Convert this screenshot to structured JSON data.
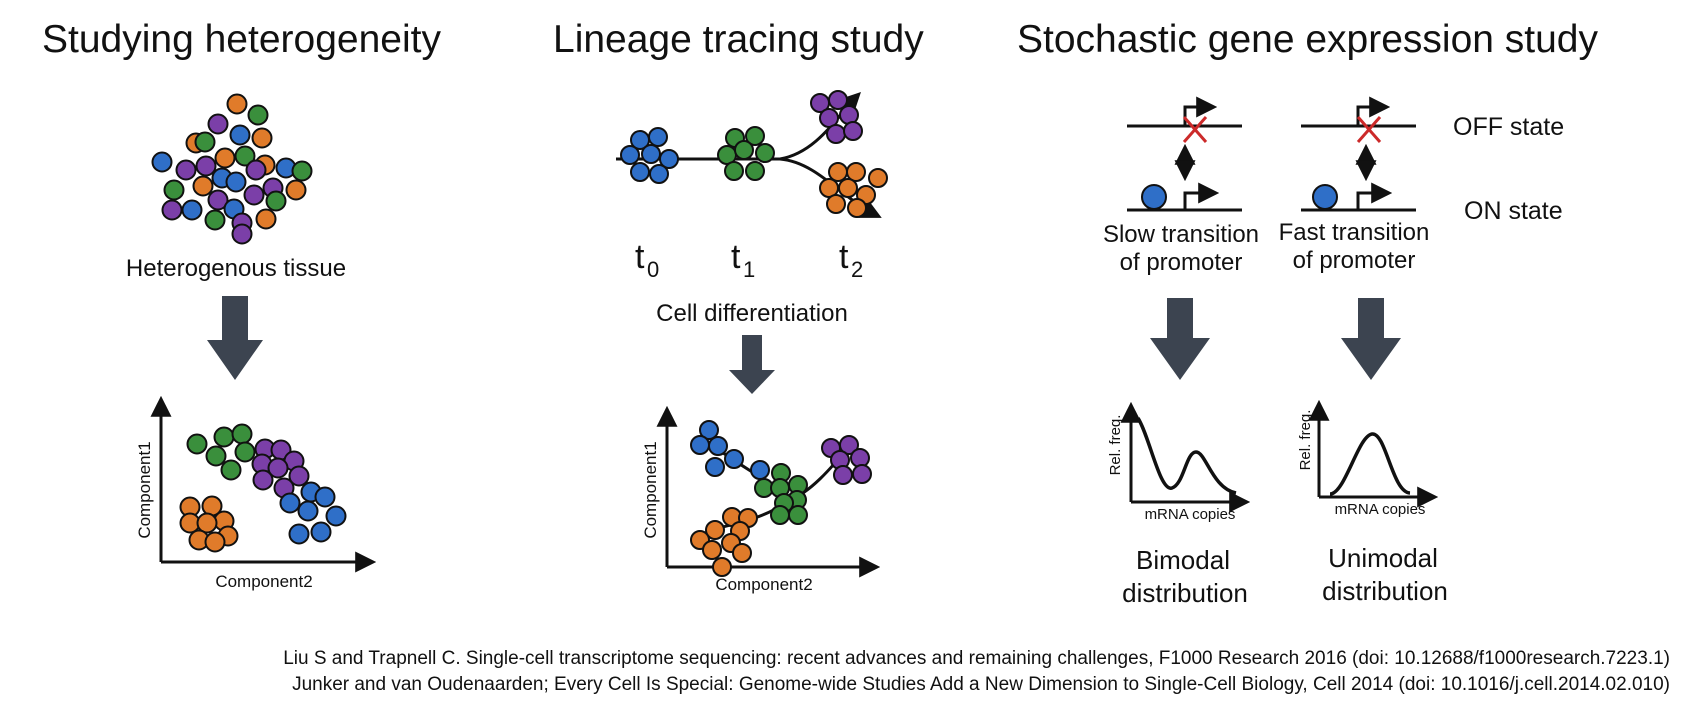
{
  "titles": {
    "heterogeneity": "Studying heterogeneity",
    "lineage": "Lineage tracing study",
    "stochastic": "Stochastic gene expression study"
  },
  "panel1": {
    "tissue_label": "Heterogenous tissue",
    "xlabel": "Component2",
    "ylabel": "Component1"
  },
  "panel2": {
    "t0": "t",
    "t0_sub": "0",
    "t1": "t",
    "t1_sub": "1",
    "t2": "t",
    "t2_sub": "2",
    "process_label": "Cell differentiation",
    "xlabel": "Component2",
    "ylabel": "Component1"
  },
  "panel3": {
    "off_state": "OFF state",
    "on_state": "ON state",
    "slow_line1": "Slow transition",
    "slow_line2": "of promoter",
    "fast_line1": "Fast transition",
    "fast_line2": "of promoter",
    "ylabel": "Rel. freq.",
    "xlabel": "mRNA copies",
    "bimodal_line1": "Bimodal",
    "bimodal_line2": "distribution",
    "unimodal_line1": "Unimodal",
    "unimodal_line2": "distribution"
  },
  "colors": {
    "blue": "#2f6fc8",
    "green": "#3a8f3c",
    "purple": "#7b3fa8",
    "orange": "#e07b2a",
    "arrow": "#3c4450",
    "cross": "#cc2a2a"
  },
  "citations": [
    "Liu S and Trapnell C. Single-cell transcriptome sequencing: recent advances and remaining challenges, F1000 Research 2016  (doi: 10.12688/f1000research.7223.1)",
    "Junker and van Oudenaarden; Every Cell Is Special: Genome-wide Studies Add a New Dimension to Single-Cell Biology, Cell 2014  (doi: 10.1016/j.cell.2014.02.010)"
  ]
}
